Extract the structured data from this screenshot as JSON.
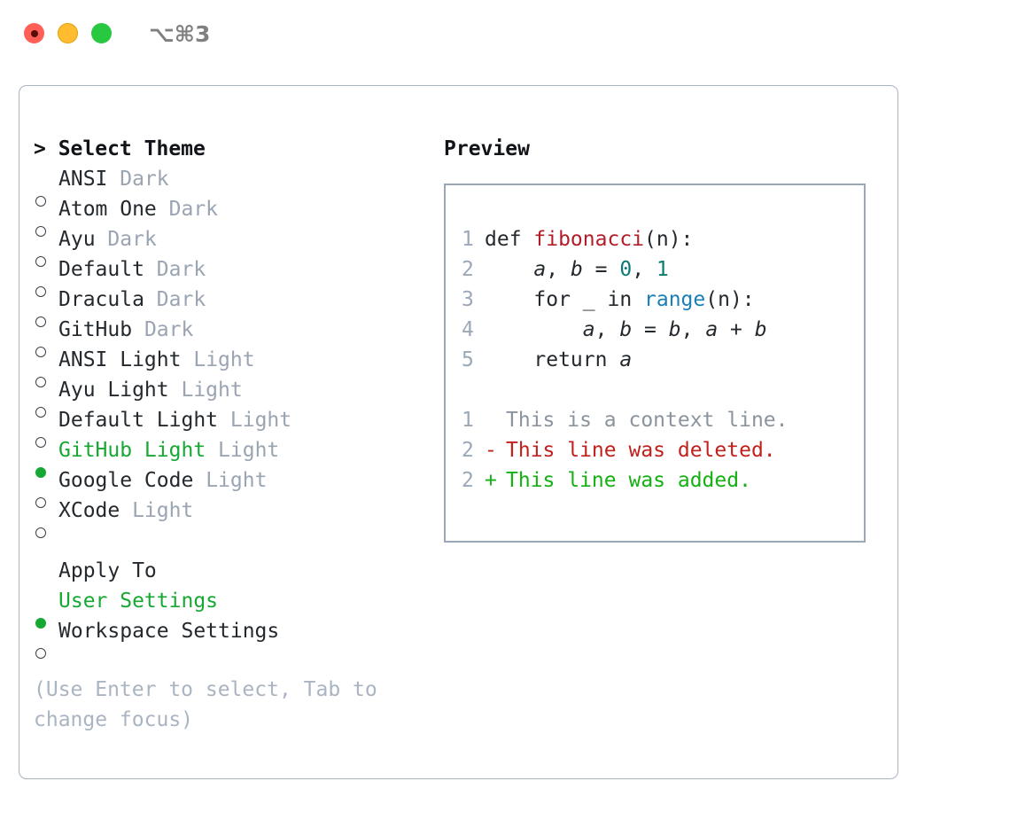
{
  "titlebar": {
    "shortcut": "⌥⌘3",
    "dots": [
      {
        "name": "close",
        "color": "#ff5f57"
      },
      {
        "name": "minimize",
        "color": "#febc2e"
      },
      {
        "name": "zoom",
        "color": "#28c840"
      }
    ]
  },
  "theme_list": {
    "header": "> Select Theme",
    "items": [
      {
        "bullet": "○",
        "name": "ANSI",
        "variant": "Dark",
        "selected": false
      },
      {
        "bullet": "○",
        "name": "Atom One",
        "variant": "Dark",
        "selected": false
      },
      {
        "bullet": "○",
        "name": "Ayu",
        "variant": "Dark",
        "selected": false
      },
      {
        "bullet": "○",
        "name": "Default",
        "variant": "Dark",
        "selected": false
      },
      {
        "bullet": "○",
        "name": "Dracula",
        "variant": "Dark",
        "selected": false
      },
      {
        "bullet": "○",
        "name": "GitHub",
        "variant": "Dark",
        "selected": false
      },
      {
        "bullet": "○",
        "name": "ANSI Light",
        "variant": "Light",
        "selected": false
      },
      {
        "bullet": "○",
        "name": "Ayu Light",
        "variant": "Light",
        "selected": false
      },
      {
        "bullet": "○",
        "name": "Default Light",
        "variant": "Light",
        "selected": false
      },
      {
        "bullet": "●",
        "name": "GitHub Light",
        "variant": "Light",
        "selected": true
      },
      {
        "bullet": "○",
        "name": "Google Code",
        "variant": "Light",
        "selected": false
      },
      {
        "bullet": "○",
        "name": "XCode",
        "variant": "Light",
        "selected": false
      }
    ]
  },
  "apply_to": {
    "header": "Apply To",
    "options": [
      {
        "bullet": "●",
        "label": "User Settings",
        "selected": true
      },
      {
        "bullet": "○",
        "label": "Workspace Settings",
        "selected": false
      }
    ]
  },
  "hint": "(Use Enter to select, Tab to change focus)",
  "preview": {
    "title": "Preview",
    "code": [
      {
        "num": "1",
        "indent": 0
      },
      {
        "num": "2",
        "indent": 1
      },
      {
        "num": "3",
        "indent": 1
      },
      {
        "num": "4",
        "indent": 2
      },
      {
        "num": "5",
        "indent": 1
      }
    ],
    "code_text": [
      "def fibonacci(n):",
      "    a, b = 0, 1",
      "    for _ in range(n):",
      "        a, b = b, a + b",
      "    return a"
    ],
    "diff": [
      {
        "num": "1",
        "mark": " ",
        "text": "This is a context line.",
        "kind": "context"
      },
      {
        "num": "2",
        "mark": "-",
        "text": "This line was deleted.",
        "kind": "deleted"
      },
      {
        "num": "2",
        "mark": "+",
        "text": "This line was added.",
        "kind": "added"
      }
    ]
  },
  "colors": {
    "selected_green": "#16a833",
    "variant_gray": "#9aa4b2",
    "hint_gray": "#aab4c2",
    "panel_border": "#aab4c2",
    "preview_border": "#9aa8b8",
    "diff_deleted": "#c0211c",
    "diff_added": "#14b014",
    "diff_context": "#8b949e",
    "syntax_function": "#b31d28",
    "syntax_number": "#0c7a74",
    "syntax_builtin": "#1a7fb5",
    "text": "#24292e",
    "line_number": "#9aa8b8"
  }
}
